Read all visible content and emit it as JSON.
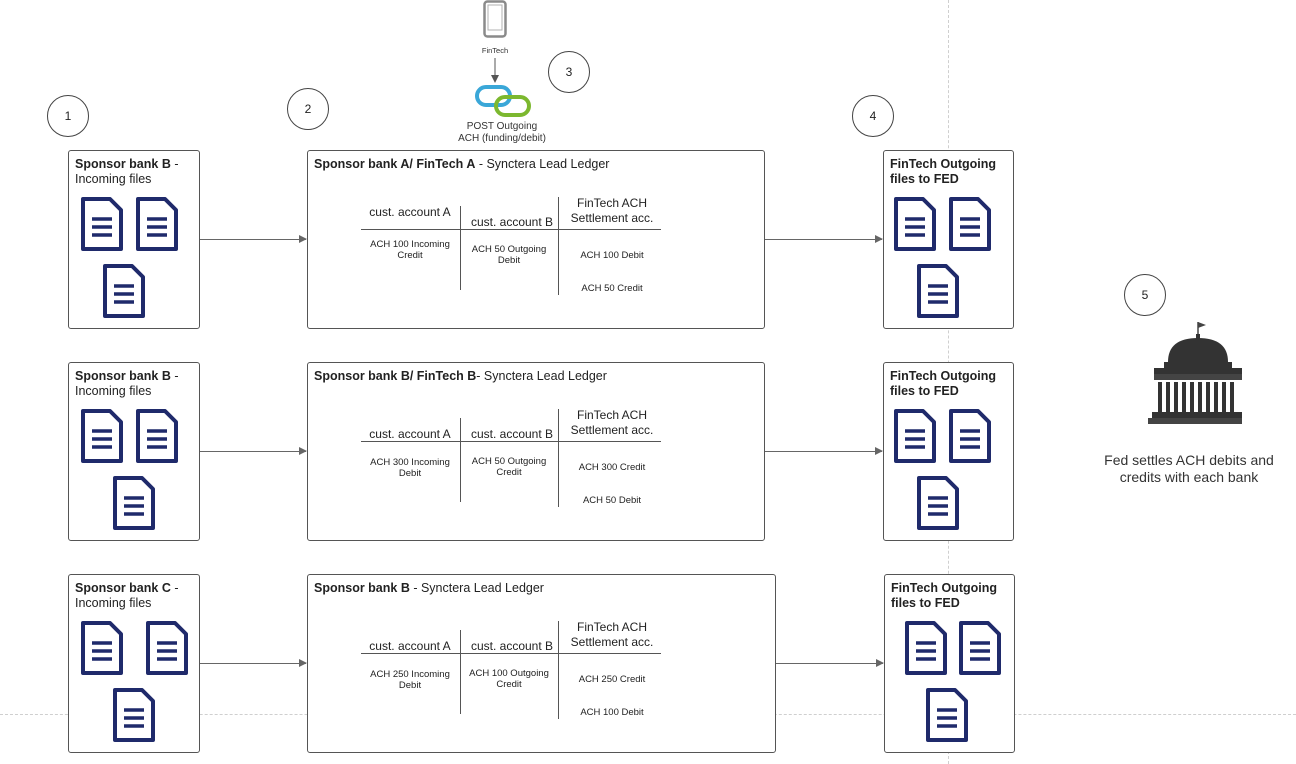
{
  "steps": [
    "1",
    "2",
    "3",
    "4",
    "5"
  ],
  "fintech_label": "FinTech",
  "post_label_line1": "POST Outgoing",
  "post_label_line2": "ACH (funding/debit)",
  "fed_text": "Fed settles ACH debits and credits with each bank",
  "colors": {
    "doc": "#1f2a6b",
    "link_blue": "#3aa7d8",
    "link_green": "#7cb82f",
    "line": "#555555"
  },
  "rows": [
    {
      "incoming": {
        "bold": "Sponsor bank B",
        "rest": " -",
        "line2": "Incoming files"
      },
      "ledger": {
        "bold": "Sponsor bank A/ FinTech A",
        "rest": " - Synctera Lead Ledger",
        "col_a": "cust. account A",
        "col_b": "cust. account B",
        "col_c1": "FinTech ACH",
        "col_c2": "Settlement acc.",
        "a1": "ACH 100 Incoming",
        "a2": "Credit",
        "b1": "ACH 50 Outgoing",
        "b2": "Debit",
        "c_top": "ACH 100 Debit",
        "c_bottom": "ACH 50 Credit"
      },
      "outgoing": {
        "line1": "FinTech Outgoing",
        "line2": "files to FED"
      }
    },
    {
      "incoming": {
        "bold": "Sponsor bank B",
        "rest": " -",
        "line2": "Incoming files"
      },
      "ledger": {
        "bold": "Sponsor bank B/ FinTech B",
        "rest": "- Synctera Lead Ledger",
        "col_a": "cust. account A",
        "col_b": "cust. account B",
        "col_c1": "FinTech ACH",
        "col_c2": "Settlement acc.",
        "a1": "ACH 300 Incoming",
        "a2": "Debit",
        "b1": "ACH 50 Outgoing",
        "b2": "Credit",
        "c_top": "ACH 300 Credit",
        "c_bottom": "ACH 50 Debit"
      },
      "outgoing": {
        "line1": "FinTech Outgoing",
        "line2": "files to FED"
      }
    },
    {
      "incoming": {
        "bold": "Sponsor bank C",
        "rest": " -",
        "line2": "Incoming files"
      },
      "ledger": {
        "bold": "Sponsor bank B",
        "rest": " - Synctera Lead Ledger",
        "col_a": "cust. account A",
        "col_b": "cust. account B",
        "col_c1": "FinTech ACH",
        "col_c2": "Settlement acc.",
        "a1": "ACH 250 Incoming",
        "a2": "Debit",
        "b1": "ACH 100 Outgoing",
        "b2": "Credit",
        "c_top": "ACH 250 Credit",
        "c_bottom": "ACH 100 Debit"
      },
      "outgoing": {
        "line1": "FinTech Outgoing",
        "line2": "files to FED"
      }
    }
  ]
}
